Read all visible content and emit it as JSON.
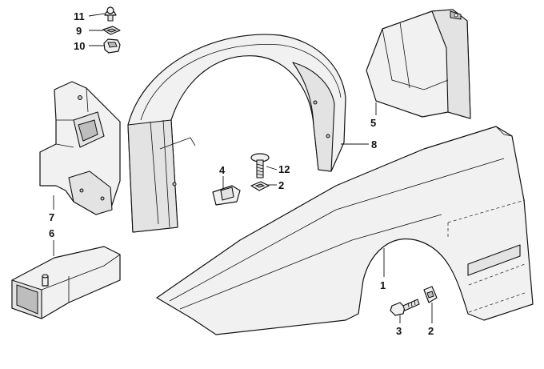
{
  "diagram": {
    "callouts": {
      "c1": "1",
      "c2a": "2",
      "c2b": "2",
      "c3": "3",
      "c4": "4",
      "c5": "5",
      "c6": "6",
      "c7": "7",
      "c8": "8",
      "c9": "9",
      "c10": "10",
      "c11": "11",
      "c12": "12"
    }
  }
}
